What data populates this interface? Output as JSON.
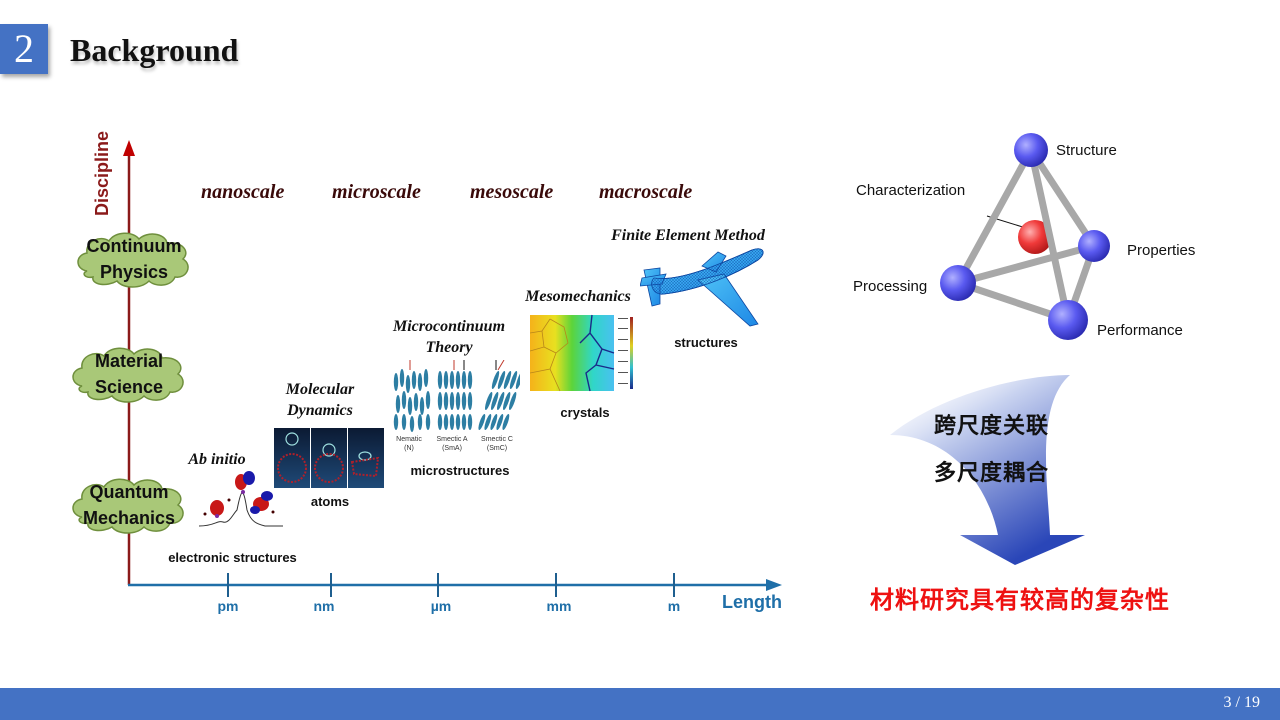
{
  "header": {
    "section_number": "2",
    "title": "Background"
  },
  "footer": {
    "page_indicator": "3 / 19",
    "bar_color": "#4472c4"
  },
  "diagram": {
    "y_axis": {
      "label": "Discipline",
      "color": "#8b1a1a"
    },
    "x_axis": {
      "label": "Length",
      "color": "#1f6fa8",
      "ticks": [
        "pm",
        "nm",
        "µm",
        "mm",
        "m"
      ]
    },
    "disciplines": [
      {
        "line1": "Continuum",
        "line2": "Physics"
      },
      {
        "line1": "Material",
        "line2": "Science"
      },
      {
        "line1": "Quantum",
        "line2": "Mechanics"
      }
    ],
    "cloud_color": "#a9c878",
    "scales": [
      "nanoscale",
      "microscale",
      "mesoscale",
      "macroscale"
    ],
    "methods": [
      {
        "title_line1": "Ab initio",
        "title_line2": "",
        "caption": "electronic structures"
      },
      {
        "title_line1": "Molecular",
        "title_line2": "Dynamics",
        "caption": "atoms"
      },
      {
        "title_line1": "Microcontinuum",
        "title_line2": "Theory",
        "caption": "microstructures",
        "phases": [
          {
            "line1": "Nematic",
            "line2": "(N)"
          },
          {
            "line1": "Smectic A",
            "line2": "(SmA)"
          },
          {
            "line1": "Smectic C",
            "line2": "(SmC)"
          }
        ]
      },
      {
        "title_line1": "Mesomechanics",
        "title_line2": "",
        "caption": "crystals"
      },
      {
        "title_line1": "Finite Element Method",
        "title_line2": "",
        "caption": "structures"
      }
    ]
  },
  "tetrahedron": {
    "vertices": [
      "Structure",
      "Properties",
      "Processing",
      "Performance"
    ],
    "center": "Characterization"
  },
  "right_panel": {
    "line1": "跨尺度关联",
    "line2": "多尺度耦合",
    "conclusion": "材料研究具有较高的复杂性",
    "conclusion_color": "#ee1111"
  }
}
